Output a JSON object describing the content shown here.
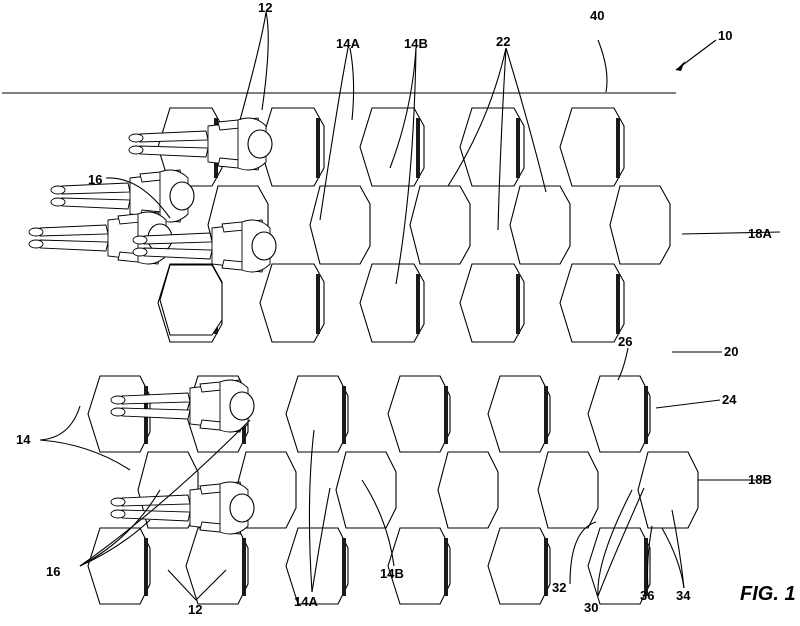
{
  "labels": {
    "l10": "10",
    "l12": "12",
    "l14": "14",
    "l14A": "14A",
    "l14B": "14B",
    "l16": "16",
    "l18A": "18A",
    "l18B": "18B",
    "l20": "20",
    "l22": "22",
    "l24": "24",
    "l26": "26",
    "l30": "30",
    "l32": "32",
    "l34": "34",
    "l36": "36",
    "l40": "40"
  },
  "figure_label": "FIG. 1"
}
